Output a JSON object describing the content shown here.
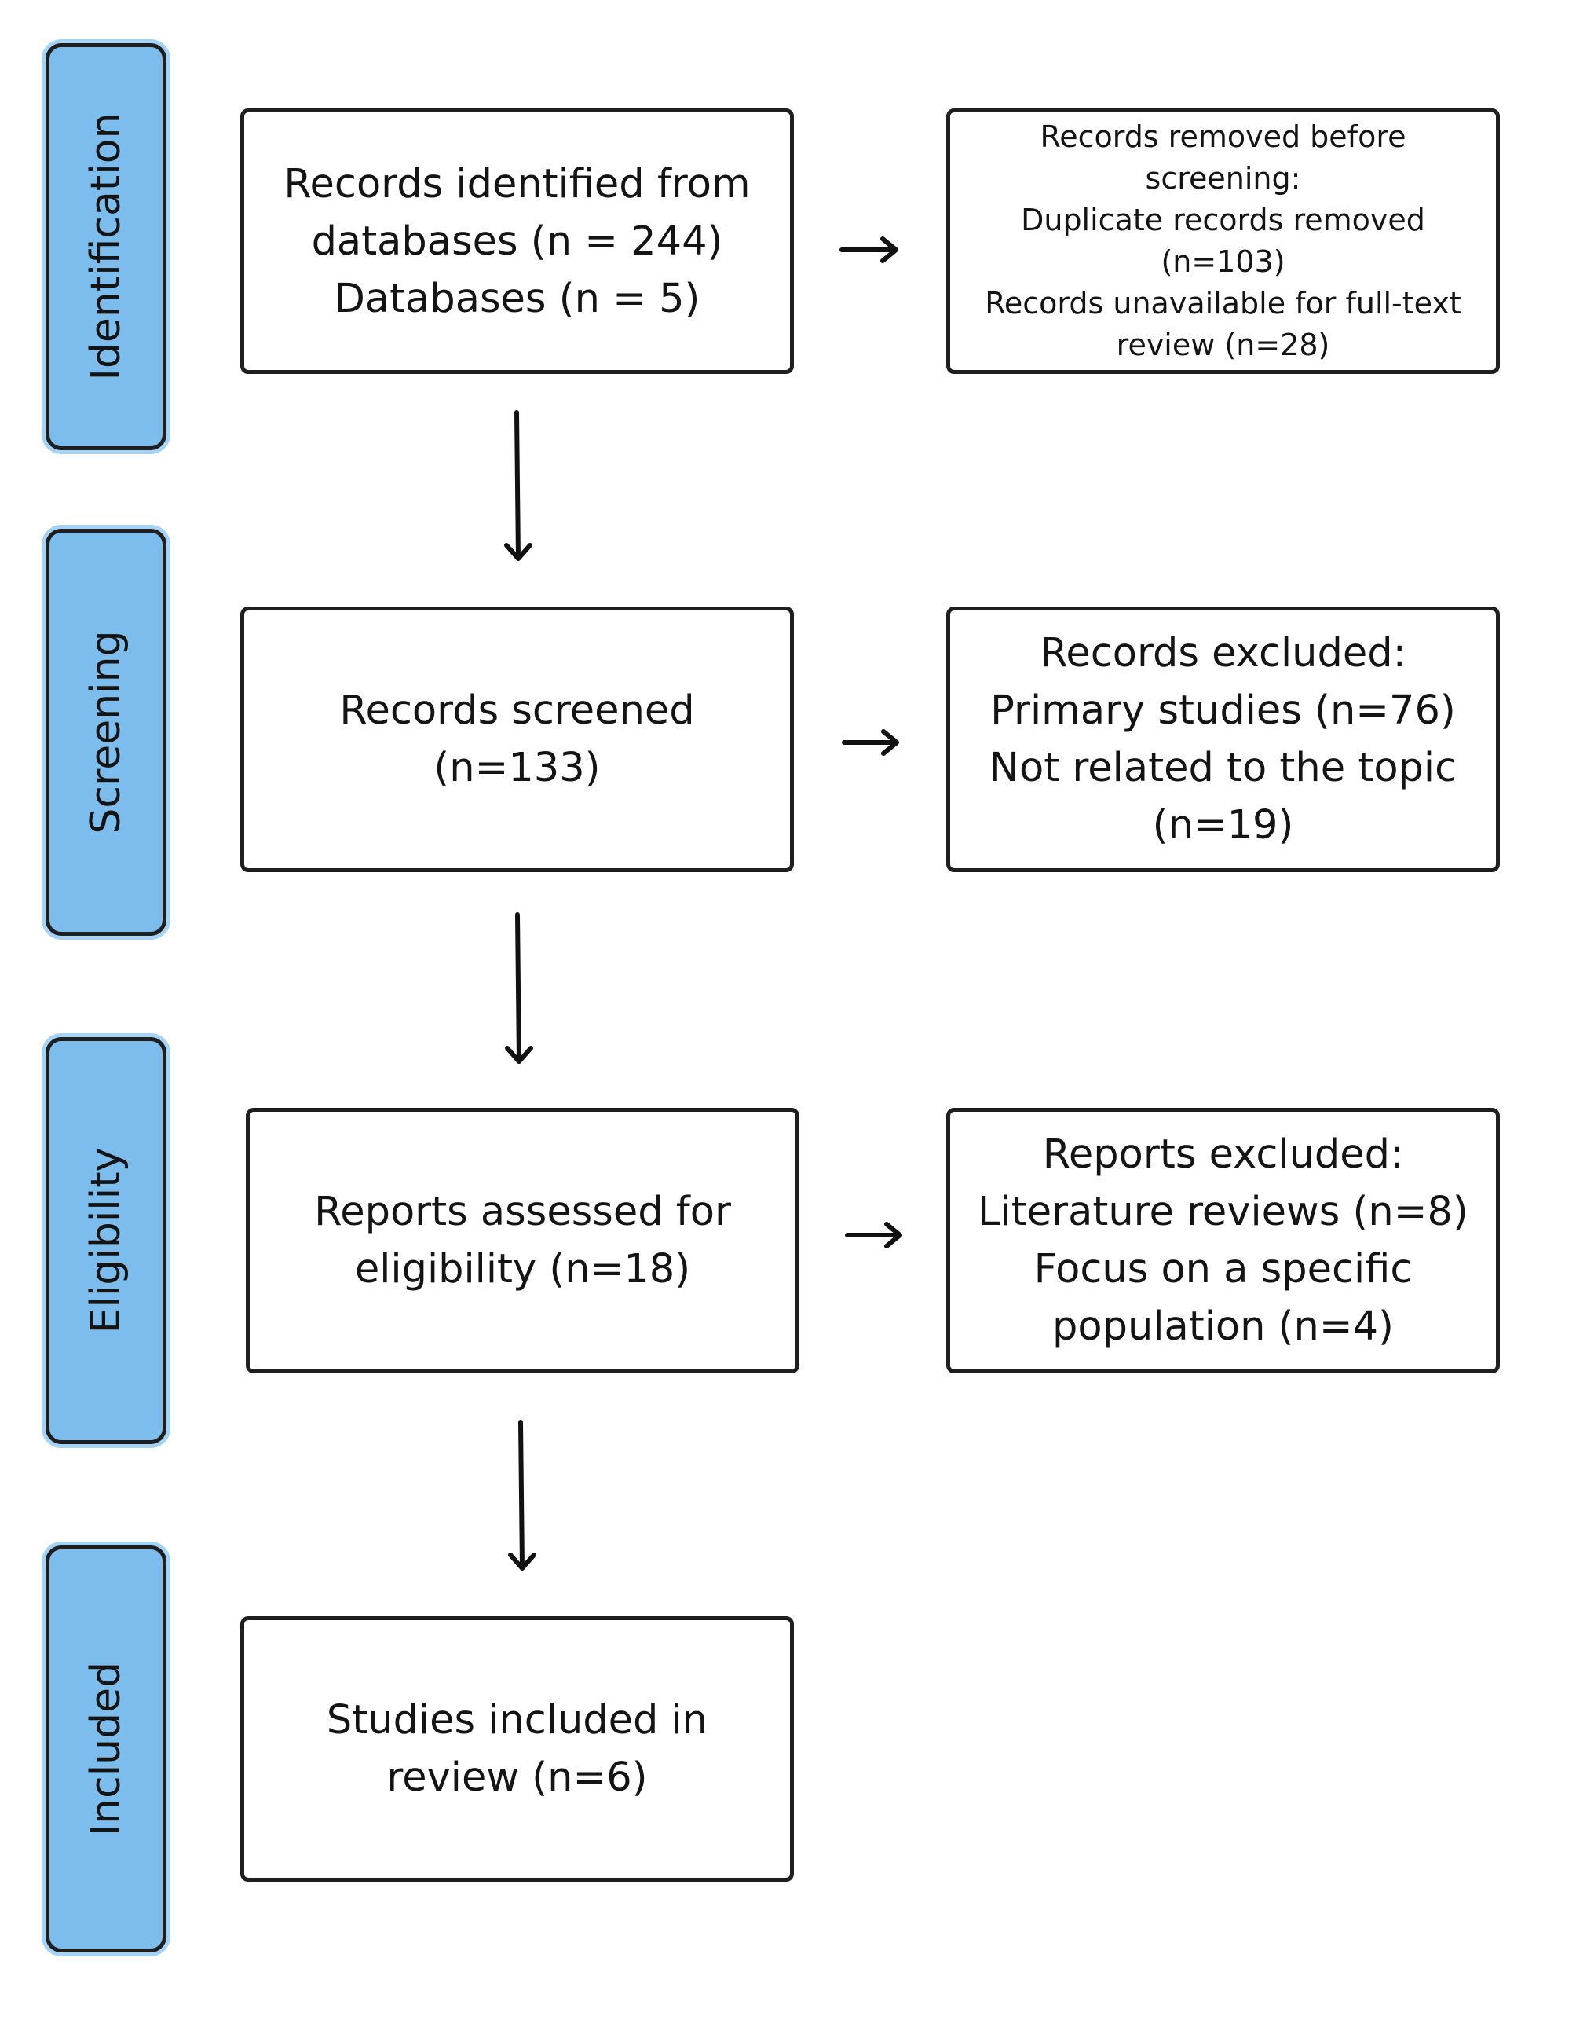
{
  "stages": [
    {
      "label": "Identification"
    },
    {
      "label": "Screening"
    },
    {
      "label": "Eligibility"
    },
    {
      "label": "Included"
    }
  ],
  "boxes": {
    "identified": [
      "Records identified from",
      "databases (n = 244)",
      "Databases (n = 5)"
    ],
    "removed": [
      "Records removed before",
      "screening:",
      "Duplicate records removed",
      "(n=103)",
      "Records unavailable for full-text",
      "review (n=28)"
    ],
    "screened": [
      "Records screened",
      "(n=133)"
    ],
    "excluded": [
      "Records excluded:",
      "Primary studies (n=76)",
      "Not related to the topic",
      "(n=19)"
    ],
    "assessed": [
      "Reports assessed for",
      "eligibility (n=18)"
    ],
    "reports_excluded": [
      "Reports excluded:",
      "Literature reviews (n=8)",
      "Focus on a specific",
      "population (n=4)"
    ],
    "included": [
      "Studies included in",
      "review (n=6)"
    ]
  }
}
